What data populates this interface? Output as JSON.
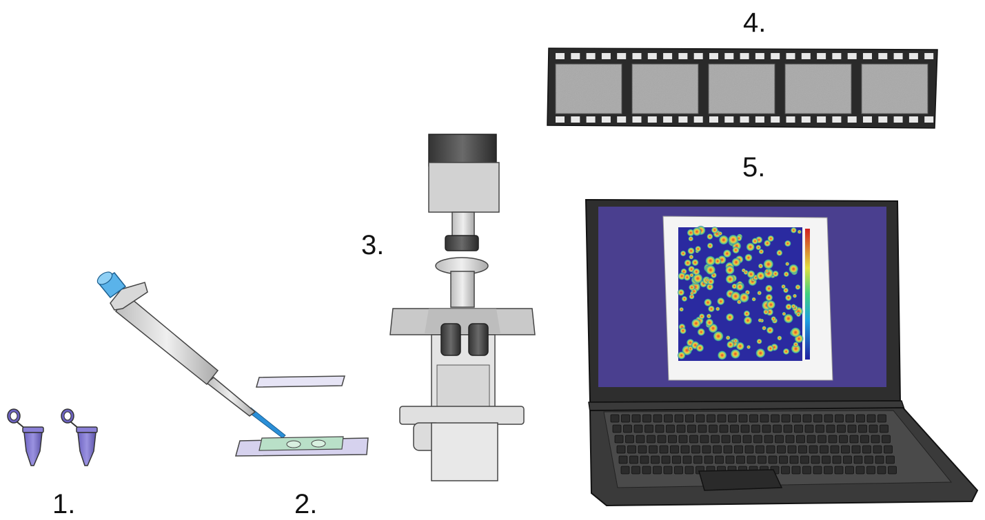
{
  "steps": [
    {
      "label": "1.",
      "item": "sample-tubes"
    },
    {
      "label": "2.",
      "item": "pipette-and-slide"
    },
    {
      "label": "3.",
      "item": "inverted-microscope"
    },
    {
      "label": "4.",
      "item": "film-strip"
    },
    {
      "label": "5.",
      "item": "laptop-analysis"
    }
  ],
  "colors": {
    "tube": "#8a80d6",
    "tube_dark": "#5b52a8",
    "pipette_tip": "#2a8fd8",
    "slide_green": "#b9e0c8",
    "slide_purple": "#d6d2ee",
    "laptop_screen": "#4a3f8f",
    "heatmap_bg": "#2a2aa0"
  },
  "icons": [
    "microcentrifuge-tube-icon",
    "pipette-icon",
    "microscope-icon",
    "film-strip-icon",
    "laptop-icon"
  ]
}
